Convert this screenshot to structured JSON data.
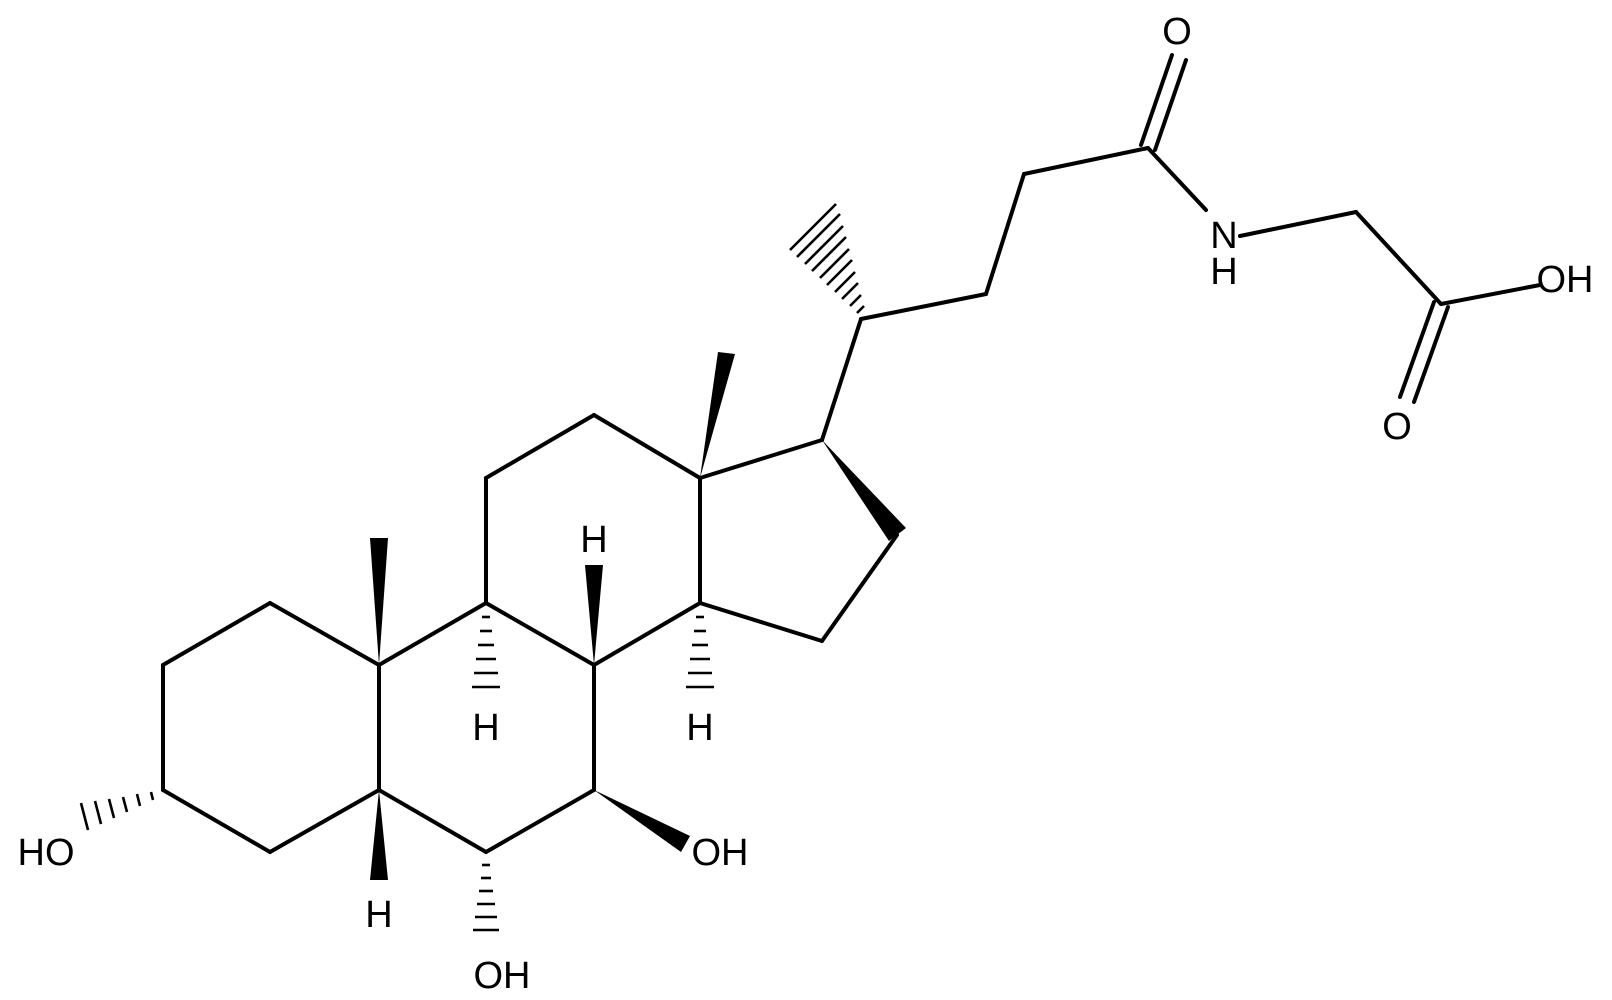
{
  "labels": {
    "carbonyl_o": "O",
    "nh_n": "N",
    "nh_h": "H",
    "acid_oh": "OH",
    "acid_o": "O",
    "h8": "H",
    "h9": "H",
    "h14": "H",
    "h5": "H",
    "oh3": "HO",
    "oh6": "OH",
    "oh7": "OH"
  }
}
